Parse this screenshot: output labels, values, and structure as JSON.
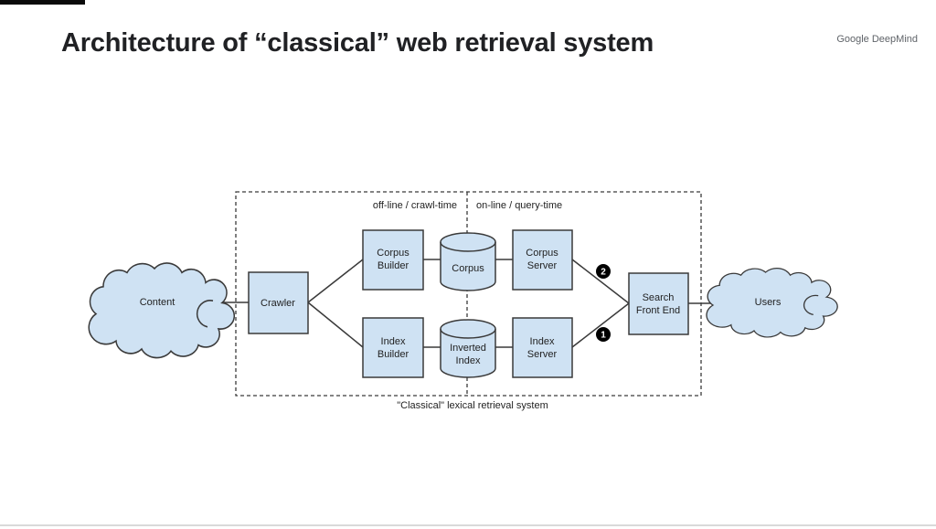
{
  "header": {
    "title": "Architecture of “classical” web retrieval system",
    "brand": "Google DeepMind"
  },
  "diagram": {
    "zone_labels": {
      "offline": "off-line / crawl-time",
      "online": "on-line / query-time"
    },
    "caption": "\"Classical\" lexical retrieval system",
    "nodes": {
      "content": {
        "label": "Content"
      },
      "crawler": {
        "label": "Crawler"
      },
      "corpus_builder": {
        "line1": "Corpus",
        "line2": "Builder"
      },
      "corpus": {
        "label": "Corpus"
      },
      "corpus_server": {
        "line1": "Corpus",
        "line2": "Server"
      },
      "index_builder": {
        "line1": "Index",
        "line2": "Builder"
      },
      "inverted_index": {
        "line1": "Inverted",
        "line2": "Index"
      },
      "index_server": {
        "line1": "Index",
        "line2": "Server"
      },
      "search_front_end": {
        "line1": "Search",
        "line2": "Front End"
      },
      "users": {
        "label": "Users"
      }
    },
    "badges": {
      "corpus_flow": "2",
      "index_flow": "1"
    },
    "colors": {
      "node_fill": "#cfe2f3",
      "stroke": "#3a3a3a",
      "badge_fill": "#000000"
    }
  }
}
